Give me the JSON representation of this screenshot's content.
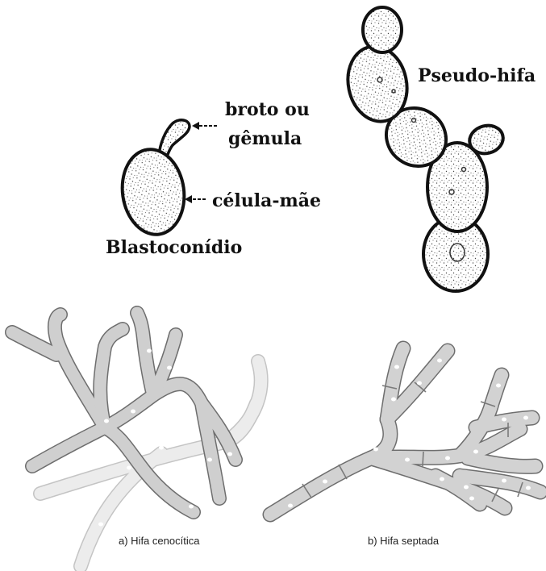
{
  "labels": {
    "bud_line1": "broto ou",
    "bud_line2": "gêmula",
    "mother_cell": "célula-mãe",
    "blastoconidium": "Blastoconídio",
    "pseudohypha": "Pseudo-hifa",
    "coenocytic_caption": "a) Hifa cenocítica",
    "septate_caption": "b) Hifa septada"
  },
  "colors": {
    "cell_outline": "#111111",
    "cell_fill": "#ffffff",
    "stipple": "#555555",
    "hypha_fill": "#cfcfcf",
    "hypha_edge": "#6e6e6e",
    "faded_hypha_fill": "#ececec",
    "faded_hypha_edge": "#c4c4c4"
  }
}
